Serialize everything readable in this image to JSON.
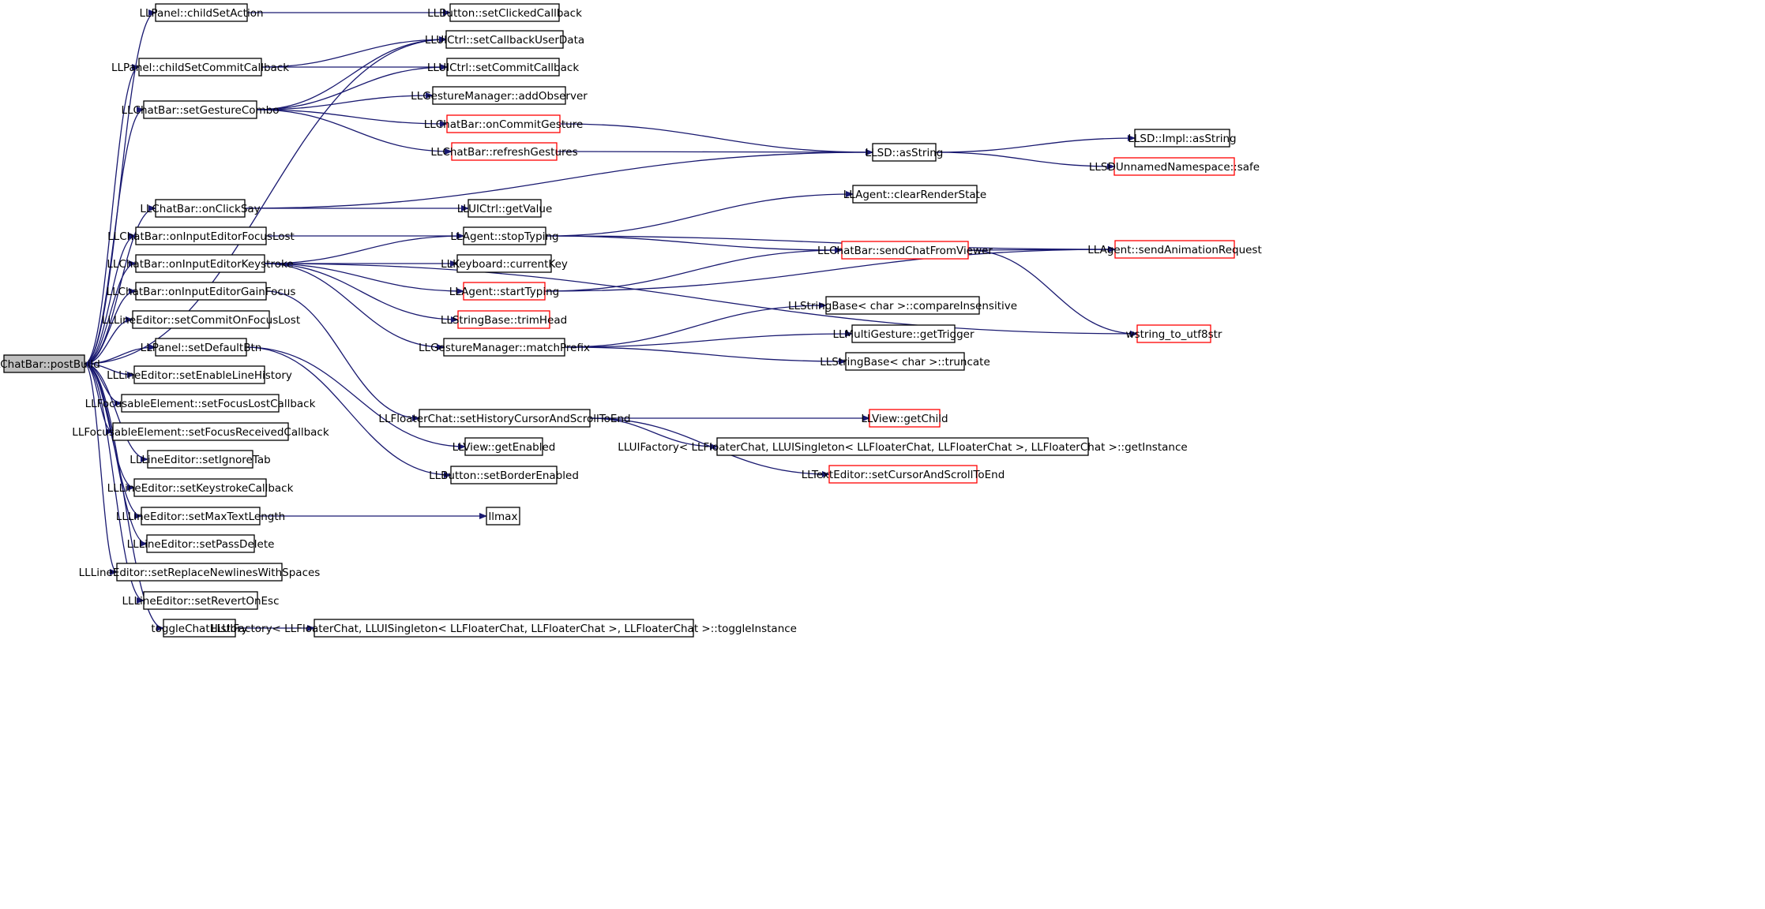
{
  "colors": {
    "edge": "#191970",
    "node_border": "#000000",
    "node_border_incomplete": "#ff0000",
    "root_fill": "#bfbfbf",
    "background": "#ffffff"
  },
  "nodes": [
    {
      "id": "root",
      "label": "LLChatBar::postBuild",
      "style": "root"
    },
    {
      "id": "n1",
      "label": "LLPanel::childSetAction",
      "style": "normal"
    },
    {
      "id": "n2",
      "label": "LLButton::setClickedCallback",
      "style": "normal"
    },
    {
      "id": "n3",
      "label": "LLUICtrl::setCallbackUserData",
      "style": "normal"
    },
    {
      "id": "n4",
      "label": "LLPanel::childSetCommitCallback",
      "style": "normal"
    },
    {
      "id": "n5",
      "label": "LLUICtrl::setCommitCallback",
      "style": "normal"
    },
    {
      "id": "n6",
      "label": "LLChatBar::setGestureCombo",
      "style": "normal"
    },
    {
      "id": "n7",
      "label": "LLGestureManager::addObserver",
      "style": "normal"
    },
    {
      "id": "n8",
      "label": "LLChatBar::onCommitGesture",
      "style": "red"
    },
    {
      "id": "n9",
      "label": "LLChatBar::refreshGestures",
      "style": "red"
    },
    {
      "id": "n10",
      "label": "LLSD::asString",
      "style": "normal"
    },
    {
      "id": "n11",
      "label": "LLSD::Impl::asString",
      "style": "normal"
    },
    {
      "id": "n12",
      "label": "LLSDUnnamedNamespace::safe",
      "style": "red"
    },
    {
      "id": "n13",
      "label": "LLChatBar::onClickSay",
      "style": "normal"
    },
    {
      "id": "n14",
      "label": "LLUICtrl::getValue",
      "style": "normal"
    },
    {
      "id": "n15",
      "label": "LLAgent::clearRenderState",
      "style": "normal"
    },
    {
      "id": "n16",
      "label": "LLChatBar::onInputEditorFocusLost",
      "style": "normal"
    },
    {
      "id": "n17",
      "label": "LLAgent::stopTyping",
      "style": "normal"
    },
    {
      "id": "n18",
      "label": "LLAgent::sendAnimationRequest",
      "style": "red"
    },
    {
      "id": "n19",
      "label": "LLChatBar::sendChatFromViewer",
      "style": "red"
    },
    {
      "id": "n20",
      "label": "LLChatBar::onInputEditorKeystroke",
      "style": "normal"
    },
    {
      "id": "n21",
      "label": "LLKeyboard::currentKey",
      "style": "normal"
    },
    {
      "id": "n22",
      "label": "LLAgent::startTyping",
      "style": "red"
    },
    {
      "id": "n23",
      "label": "LLChatBar::onInputEditorGainFocus",
      "style": "normal"
    },
    {
      "id": "n24",
      "label": "LLStringBase< char >::compareInsensitive",
      "style": "normal"
    },
    {
      "id": "n25",
      "label": "LLLineEditor::setCommitOnFocusLost",
      "style": "normal"
    },
    {
      "id": "n26",
      "label": "LLStringBase::trimHead",
      "style": "red"
    },
    {
      "id": "n27",
      "label": "wstring_to_utf8str",
      "style": "red"
    },
    {
      "id": "n28",
      "label": "LLMultiGesture::getTrigger",
      "style": "normal"
    },
    {
      "id": "n29",
      "label": "LLPanel::setDefaultBtn",
      "style": "normal"
    },
    {
      "id": "n30",
      "label": "LLGestureManager::matchPrefix",
      "style": "normal"
    },
    {
      "id": "n31",
      "label": "LLStringBase< char >::truncate",
      "style": "normal"
    },
    {
      "id": "n32",
      "label": "LLLineEditor::setEnableLineHistory",
      "style": "normal"
    },
    {
      "id": "n33",
      "label": "LLFocusableElement::setFocusLostCallback",
      "style": "normal"
    },
    {
      "id": "n34",
      "label": "LLFloaterChat::setHistoryCursorAndScrollToEnd",
      "style": "normal"
    },
    {
      "id": "n35",
      "label": "LLView::getChild",
      "style": "red"
    },
    {
      "id": "n36",
      "label": "LLFocusableElement::setFocusReceivedCallback",
      "style": "normal"
    },
    {
      "id": "n37",
      "label": "LLUIFactory< LLFloaterChat, LLUISingleton< LLFloaterChat, LLFloaterChat >, LLFloaterChat >::getInstance",
      "style": "normal"
    },
    {
      "id": "n38",
      "label": "LLView::getEnabled",
      "style": "normal"
    },
    {
      "id": "n39",
      "label": "LLLineEditor::setIgnoreTab",
      "style": "normal"
    },
    {
      "id": "n40",
      "label": "LLButton::setBorderEnabled",
      "style": "normal"
    },
    {
      "id": "n41",
      "label": "LLTextEditor::setCursorAndScrollToEnd",
      "style": "red"
    },
    {
      "id": "n42",
      "label": "LLLineEditor::setKeystrokeCallback",
      "style": "normal"
    },
    {
      "id": "n43",
      "label": "LLLineEditor::setMaxTextLength",
      "style": "normal"
    },
    {
      "id": "n44",
      "label": "llmax",
      "style": "normal"
    },
    {
      "id": "n45",
      "label": "LLLineEditor::setPassDelete",
      "style": "normal"
    },
    {
      "id": "n46",
      "label": "LLLineEditor::setReplaceNewlinesWithSpaces",
      "style": "normal"
    },
    {
      "id": "n47",
      "label": "LLLineEditor::setRevertOnEsc",
      "style": "normal"
    },
    {
      "id": "n48",
      "label": "toggleChatHistory",
      "style": "normal"
    },
    {
      "id": "n49",
      "label": "LLUIFactory< LLFloaterChat, LLUISingleton< LLFloaterChat, LLFloaterChat >, LLFloaterChat >::toggleInstance",
      "style": "normal"
    }
  ],
  "edges": [
    [
      "root",
      "n1"
    ],
    [
      "root",
      "n3"
    ],
    [
      "root",
      "n4"
    ],
    [
      "root",
      "n6"
    ],
    [
      "root",
      "n13"
    ],
    [
      "root",
      "n16"
    ],
    [
      "root",
      "n20"
    ],
    [
      "root",
      "n23"
    ],
    [
      "root",
      "n25"
    ],
    [
      "root",
      "n29"
    ],
    [
      "root",
      "n32"
    ],
    [
      "root",
      "n33"
    ],
    [
      "root",
      "n36"
    ],
    [
      "root",
      "n39"
    ],
    [
      "root",
      "n42"
    ],
    [
      "root",
      "n43"
    ],
    [
      "root",
      "n45"
    ],
    [
      "root",
      "n46"
    ],
    [
      "root",
      "n47"
    ],
    [
      "root",
      "n48"
    ],
    [
      "n1",
      "n2"
    ],
    [
      "n4",
      "n3"
    ],
    [
      "n4",
      "n5"
    ],
    [
      "n6",
      "n3"
    ],
    [
      "n6",
      "n5"
    ],
    [
      "n6",
      "n7"
    ],
    [
      "n6",
      "n8"
    ],
    [
      "n6",
      "n9"
    ],
    [
      "n8",
      "n10"
    ],
    [
      "n9",
      "n10"
    ],
    [
      "n10",
      "n11"
    ],
    [
      "n10",
      "n12"
    ],
    [
      "n13",
      "n10"
    ],
    [
      "n13",
      "n14"
    ],
    [
      "n16",
      "n17"
    ],
    [
      "n17",
      "n15"
    ],
    [
      "n17",
      "n18"
    ],
    [
      "n17",
      "n19"
    ],
    [
      "n19",
      "n18"
    ],
    [
      "n19",
      "n27"
    ],
    [
      "n20",
      "n17"
    ],
    [
      "n20",
      "n21"
    ],
    [
      "n20",
      "n22"
    ],
    [
      "n20",
      "n26"
    ],
    [
      "n20",
      "n30"
    ],
    [
      "n20",
      "n27"
    ],
    [
      "n22",
      "n18"
    ],
    [
      "n22",
      "n19"
    ],
    [
      "n23",
      "n34"
    ],
    [
      "n29",
      "n38"
    ],
    [
      "n29",
      "n40"
    ],
    [
      "n30",
      "n24"
    ],
    [
      "n30",
      "n28"
    ],
    [
      "n30",
      "n31"
    ],
    [
      "n34",
      "n35"
    ],
    [
      "n34",
      "n37"
    ],
    [
      "n34",
      "n41"
    ],
    [
      "n43",
      "n44"
    ],
    [
      "n48",
      "n49"
    ]
  ]
}
